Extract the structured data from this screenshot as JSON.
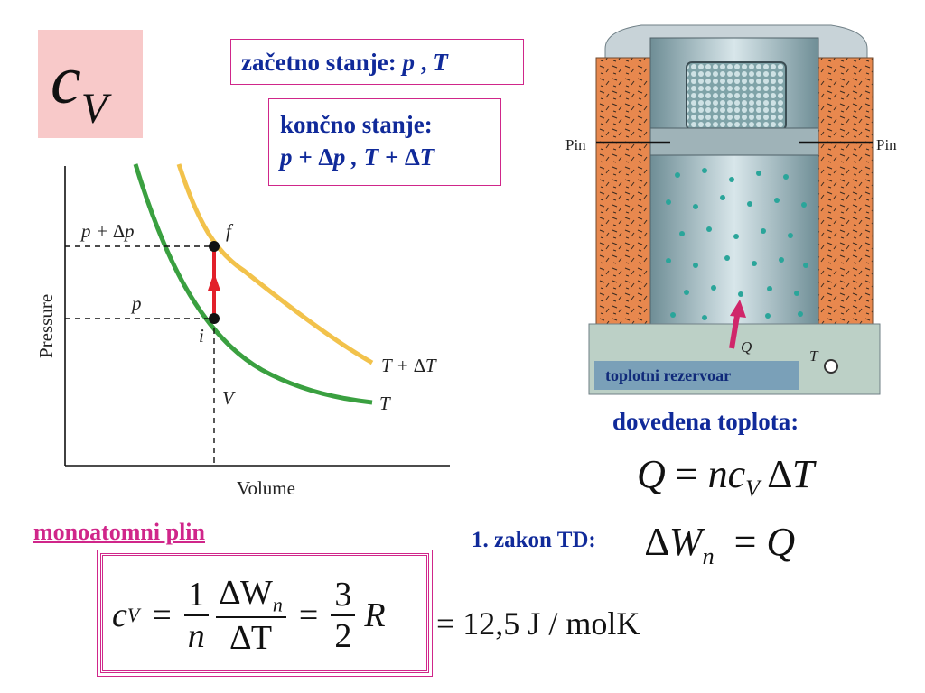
{
  "title_symbol": {
    "main": "c",
    "sub": "V"
  },
  "initial_state": {
    "label": "začetno stanje:",
    "p": "p",
    "sep": " , ",
    "T": "T"
  },
  "final_state": {
    "label": "končno stanje:",
    "line2": "p + ∆p , T + ∆T"
  },
  "graph": {
    "xlabel": "Volume",
    "ylabel": "Pressure",
    "p_dp_label": "p + ∆p",
    "p_label": "p",
    "f_label": "f",
    "i_label": "i",
    "v_label": "V",
    "t_dt_label": "T + ∆T",
    "t_label": "T",
    "colors": {
      "isotherm_T": "#3aa040",
      "isotherm_TdT": "#f2c24b",
      "arrow": "#e2202a"
    }
  },
  "apparatus": {
    "pin_left": "Pin",
    "pin_right": "Pin",
    "q_label": "Q",
    "t_label": "T",
    "reservoir_label": "toplotni rezervoar"
  },
  "heat_supplied": {
    "label": "dovedena toplota:",
    "equation": "Q = nc_V ∆T"
  },
  "first_law": {
    "label": "1. zakon TD:",
    "equation": "∆W_n = Q"
  },
  "monoatomic": {
    "label": "monoatomni plin"
  },
  "formula": {
    "lhs": "c",
    "lhs_sub": "V",
    "eq1": "=",
    "frac1_num": "1",
    "frac1_den": "n",
    "frac2_num": "∆W",
    "frac2_num_sub": "n",
    "frac2_den": "∆T",
    "eq2": "=",
    "frac3_num": "3",
    "frac3_den": "2",
    "rhs": "R",
    "result": "= 12,5 J / molK"
  }
}
